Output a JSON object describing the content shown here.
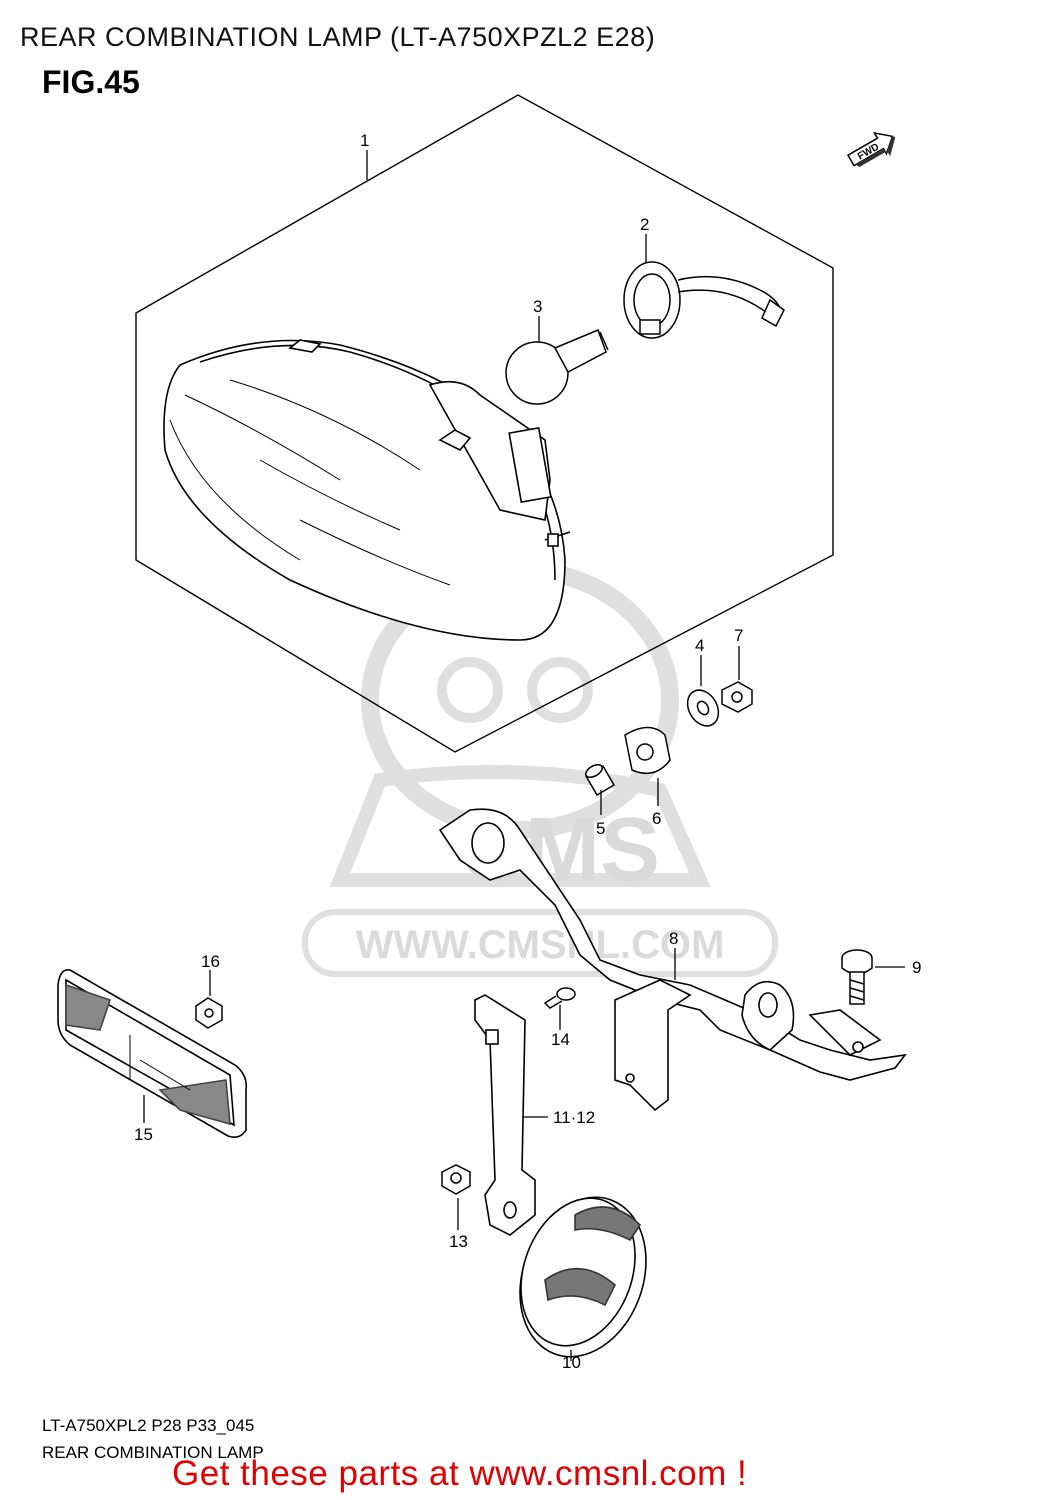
{
  "header": {
    "title": "REAR COMBINATION LAMP (LT-A750XPZL2 E28)",
    "figure": "FIG.45"
  },
  "fwd_label": "FWD",
  "watermark": {
    "url": "WWW.CMSNL.COM",
    "logo": "CMS"
  },
  "callouts": [
    "1",
    "2",
    "3",
    "4",
    "5",
    "6",
    "7",
    "8",
    "9",
    "10",
    "11·12",
    "13",
    "14",
    "15",
    "16"
  ],
  "footer": {
    "code": "LT-A750XPL2 P28 P33_045",
    "name": "REAR COMBINATION LAMP",
    "cta": "Get these parts at www.cmsnl.com !"
  }
}
